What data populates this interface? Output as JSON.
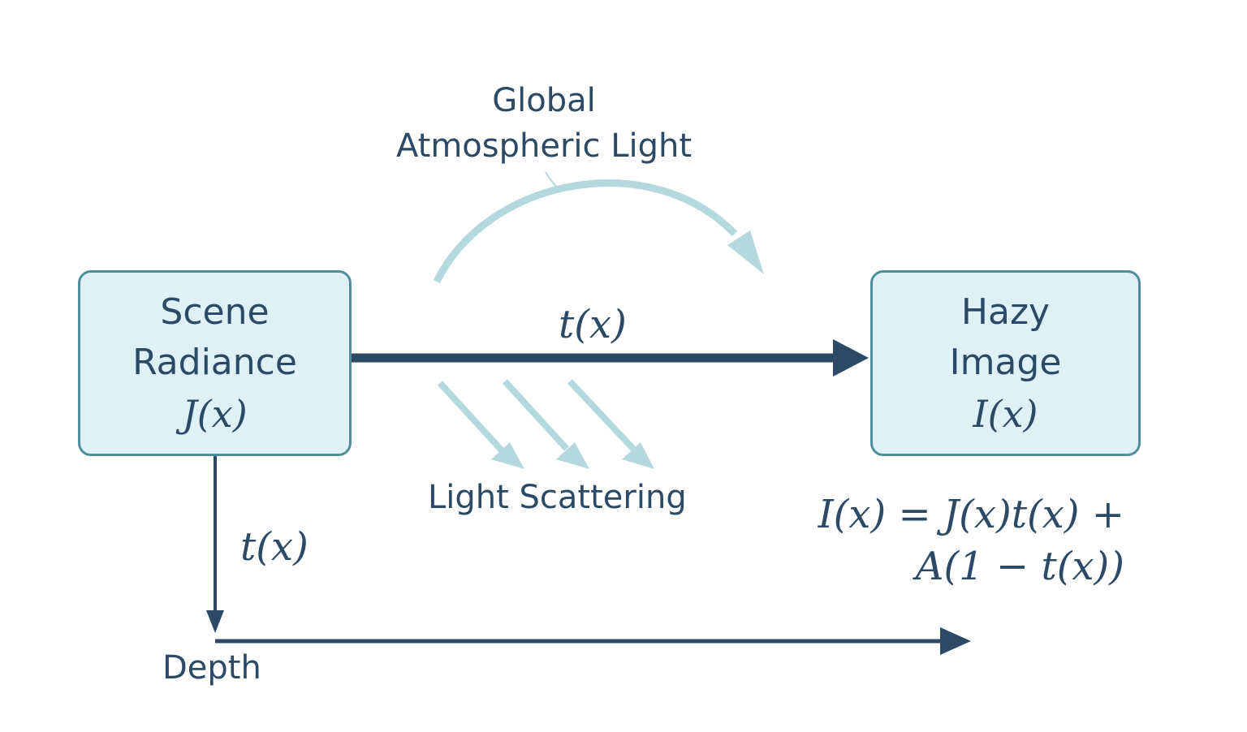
{
  "diagram": {
    "scene_box": {
      "line1": "Scene",
      "line2": "Radiance",
      "math": "J(x)"
    },
    "hazy_box": {
      "line1": "Hazy",
      "line2": "Image",
      "math": "I(x)"
    },
    "atmospheric_light_label": {
      "line1": "Global",
      "line2": "Atmospheric Light"
    },
    "scattering_label": "Light Scattering",
    "transmission_main": "t(x)",
    "transmission_depth": "t(x)",
    "depth_label": "Depth",
    "equation": {
      "line1": "I(x) = J(x)t(x) +",
      "line2": "A(1 − t(x))"
    }
  },
  "colors": {
    "dark_arrow": "#2c4a66",
    "light_arrow": "#b3d9df",
    "box_fill": "#dff1f6",
    "box_border": "#4e8f9c",
    "text": "#2c4a66"
  }
}
